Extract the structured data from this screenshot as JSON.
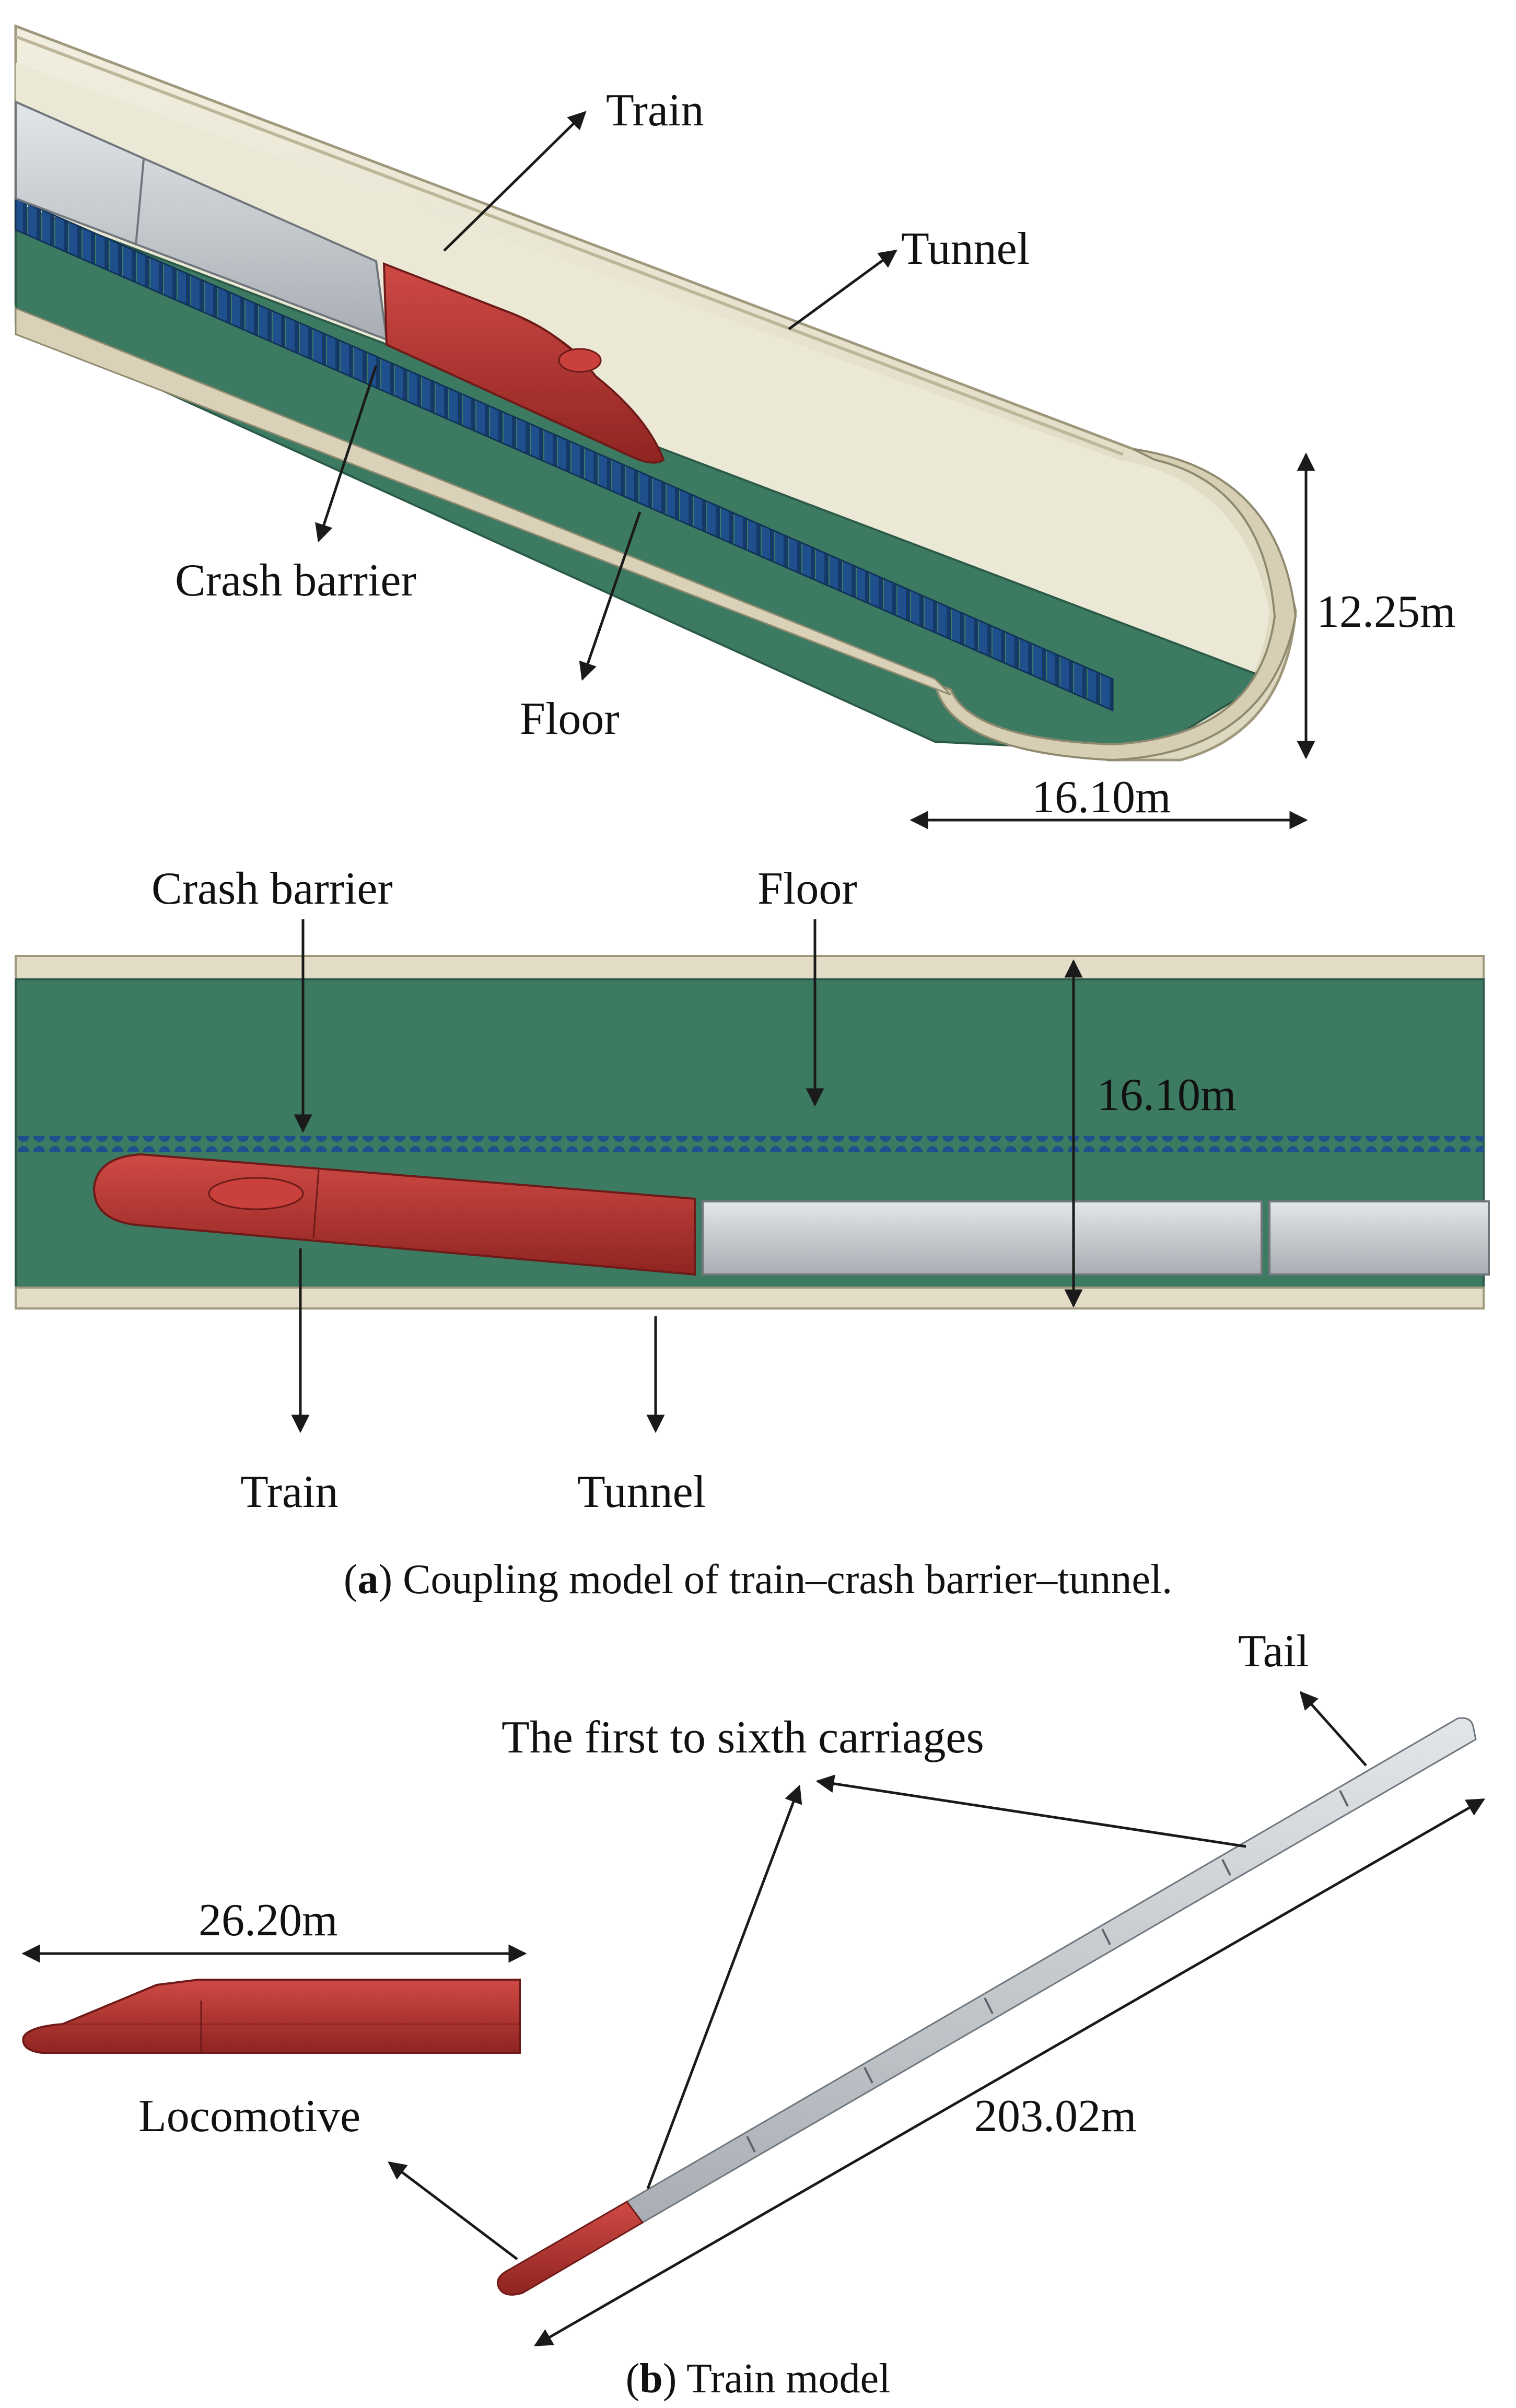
{
  "panel_a": {
    "labels": {
      "train": "Train",
      "tunnel": "Tunnel",
      "crash_barrier": "Crash barrier",
      "floor": "Floor"
    },
    "dimensions": {
      "height": "12.25m",
      "width": "16.10m"
    },
    "caption": {
      "letter": "a",
      "text": " Coupling model of train–crash barrier–tunnel."
    }
  },
  "panel_a_plan": {
    "labels": {
      "crash_barrier": "Crash barrier",
      "floor": "Floor",
      "train": "Train",
      "tunnel": "Tunnel"
    },
    "dimensions": {
      "width": "16.10m"
    }
  },
  "panel_b": {
    "labels": {
      "tail": "Tail",
      "carriages": "The first to sixth carriages",
      "locomotive": "Locomotive"
    },
    "dimensions": {
      "locomotive_length": "26.20m",
      "train_length": "203.02m"
    },
    "caption": {
      "letter": "b",
      "text": " Train model"
    }
  },
  "colors": {
    "tunnel_wall": "#e8e4d2",
    "tunnel_edge": "#c9c2a6",
    "floor": "#3d7a62",
    "barrier": "#1f4f8c",
    "locomotive": "#b3312e",
    "carriage": "#c7ccd1"
  }
}
